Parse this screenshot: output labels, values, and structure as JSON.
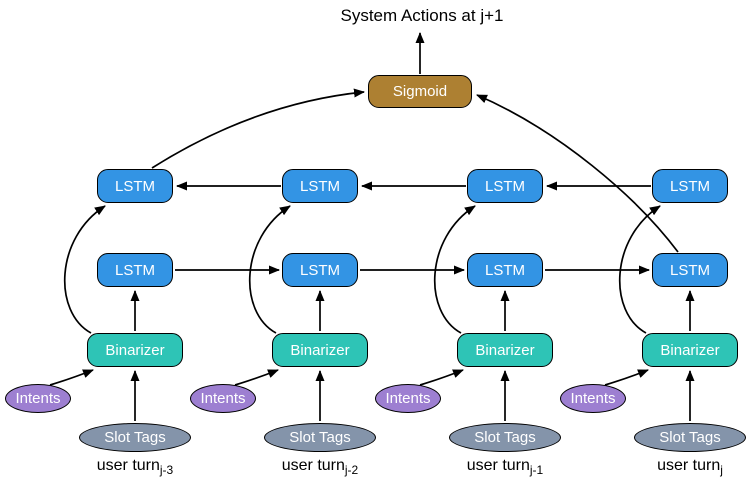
{
  "title": "System Actions at j+1",
  "nodes": {
    "sigmoid": "Sigmoid",
    "lstm": "LSTM",
    "binarizer": "Binarizer",
    "intents": "Intents",
    "slot_tags": "Slot Tags"
  },
  "turns": [
    {
      "label": "user turn",
      "sub": "j-3"
    },
    {
      "label": "user turn",
      "sub": "j-2"
    },
    {
      "label": "user turn",
      "sub": "j-1"
    },
    {
      "label": "user turn",
      "sub": "j"
    }
  ],
  "edges": [
    "intents -> binarizer (each turn)",
    "slot_tags -> binarizer (each turn)",
    "binarizer -> lower lstm (each turn)",
    "binarizer -> upper lstm (each turn)",
    "lower lstm chain left-to-right",
    "upper lstm chain right-to-left",
    "leftmost upper lstm -> sigmoid",
    "rightmost lower lstm -> sigmoid",
    "sigmoid -> system actions label"
  ],
  "colors": {
    "lstm": "#3394e4",
    "sigmoid": "#ad8032",
    "binarizer": "#2ec4b6",
    "intents": "#9d7fd1",
    "slot_tags": "#8494aa",
    "border": "#000000",
    "arrow": "#000000"
  }
}
